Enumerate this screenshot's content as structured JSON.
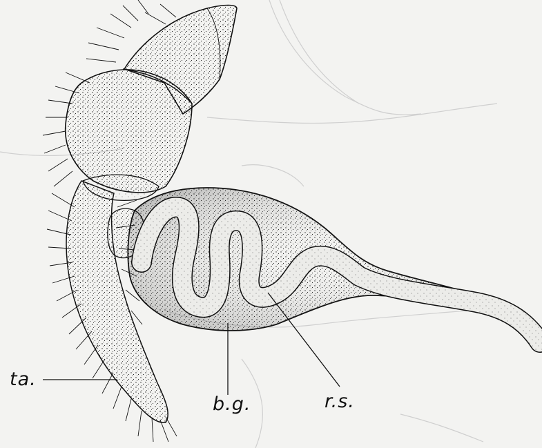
{
  "labels": {
    "ta": "ta.",
    "bg": "b.g.",
    "rs": "r.s."
  },
  "colors": {
    "paper": "#f3f3f1",
    "ink": "#111111",
    "ghost": "#c9c9c9"
  }
}
